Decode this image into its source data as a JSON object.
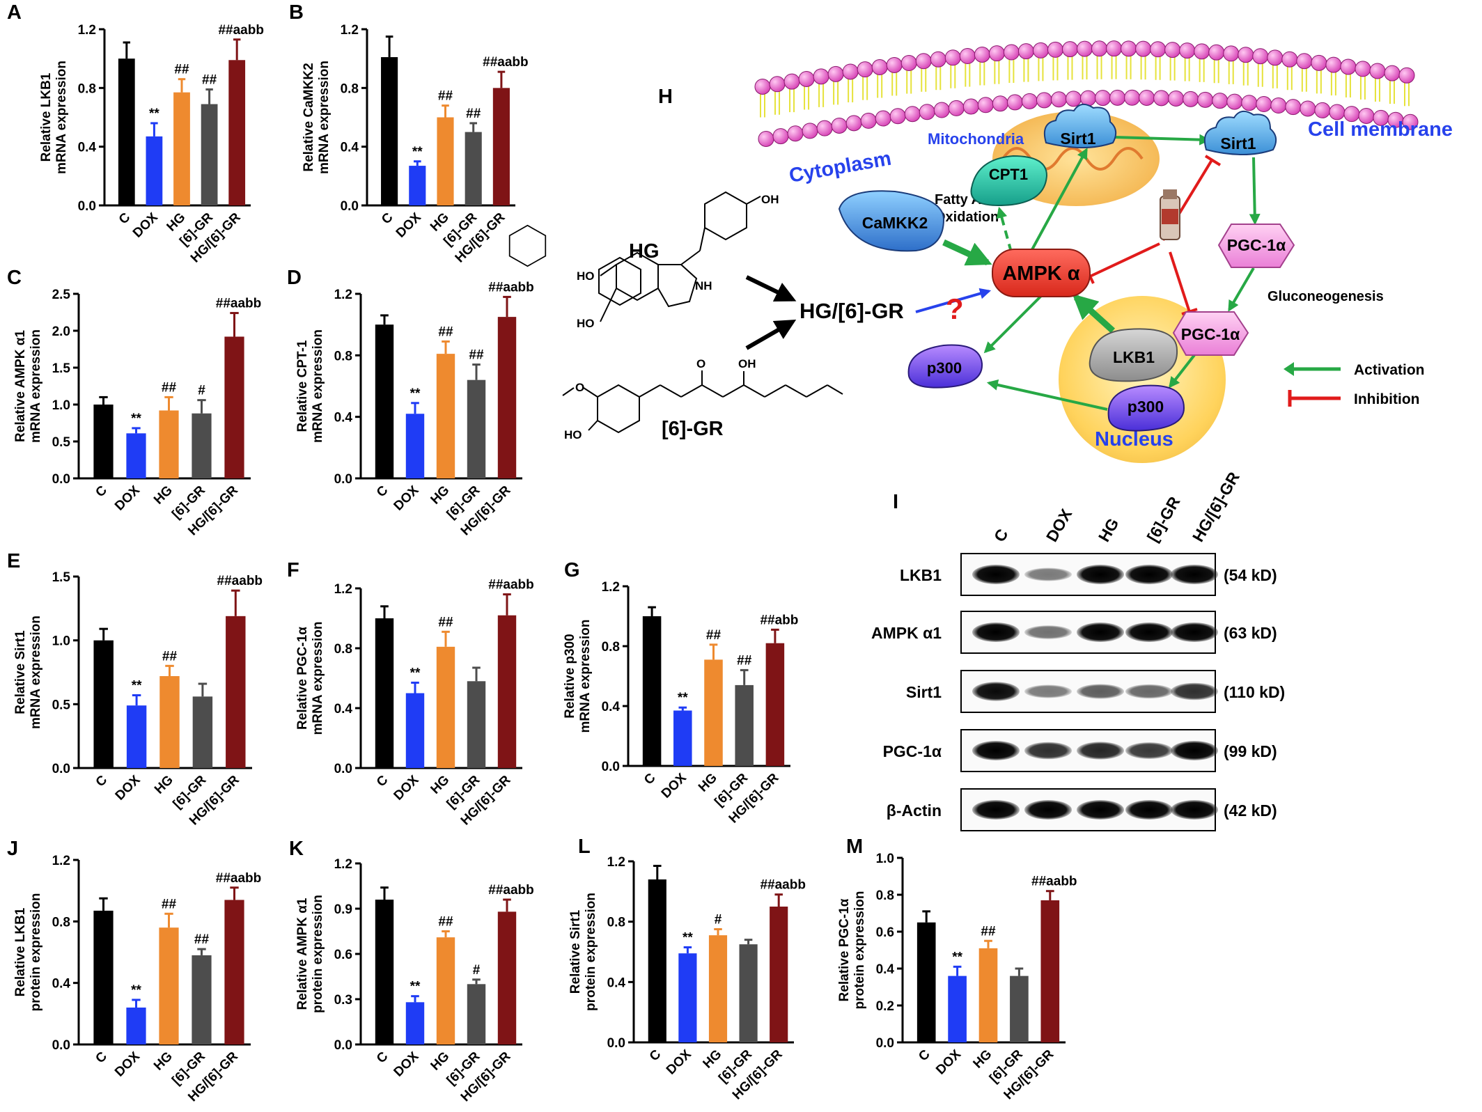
{
  "colors": {
    "C": "#000000",
    "DOX": "#1f3cf5",
    "HG": "#ee8a2f",
    "GR": "#4d4d4d",
    "COMBO": "#7f1416"
  },
  "chart_data": [
    {
      "id": "A",
      "type": "bar",
      "ylabel": [
        "Relative LKB1",
        "mRNA expression"
      ],
      "categories": [
        "C",
        "DOX",
        "HG",
        "[6]-GR",
        "HG/[6]-GR"
      ],
      "values": [
        1.0,
        0.47,
        0.77,
        0.69,
        0.99
      ],
      "errors": [
        0.11,
        0.09,
        0.09,
        0.1,
        0.14
      ],
      "labels": [
        "",
        "**",
        "##",
        "##",
        "##aabb"
      ],
      "ylim": [
        0,
        1.2
      ],
      "yticks": [
        "0.0",
        "0.4",
        "0.8",
        "1.2"
      ]
    },
    {
      "id": "B",
      "type": "bar",
      "ylabel": [
        "Relative CaMKK2",
        "mRNA expression"
      ],
      "categories": [
        "C",
        "DOX",
        "HG",
        "[6]-GR",
        "HG/[6]-GR"
      ],
      "values": [
        1.01,
        0.27,
        0.6,
        0.5,
        0.8
      ],
      "errors": [
        0.14,
        0.03,
        0.08,
        0.06,
        0.11
      ],
      "labels": [
        "",
        "**",
        "##",
        "##",
        "##aabb"
      ],
      "ylim": [
        0,
        1.2
      ],
      "yticks": [
        "0.0",
        "0.4",
        "0.8",
        "1.2"
      ]
    },
    {
      "id": "C",
      "type": "bar",
      "ylabel": [
        "Relative AMPK α1",
        "mRNA expression"
      ],
      "categories": [
        "C",
        "DOX",
        "HG",
        "[6]-GR",
        "HG/[6]-GR"
      ],
      "values": [
        1.0,
        0.61,
        0.92,
        0.88,
        1.92
      ],
      "errors": [
        0.1,
        0.07,
        0.18,
        0.18,
        0.32
      ],
      "labels": [
        "",
        "**",
        "##",
        "#",
        "##aabb"
      ],
      "ylim": [
        0,
        2.5
      ],
      "yticks": [
        "0.0",
        "0.5",
        "1.0",
        "1.5",
        "2.0",
        "2.5"
      ]
    },
    {
      "id": "D",
      "type": "bar",
      "ylabel": [
        "Relative CPT-1",
        "mRNA expression"
      ],
      "categories": [
        "C",
        "DOX",
        "HG",
        "[6]-GR",
        "HG/[6]-GR"
      ],
      "values": [
        1.0,
        0.42,
        0.81,
        0.64,
        1.05
      ],
      "errors": [
        0.06,
        0.07,
        0.08,
        0.1,
        0.13
      ],
      "labels": [
        "",
        "**",
        "##",
        "##",
        "##aabb"
      ],
      "ylim": [
        0,
        1.2
      ],
      "yticks": [
        "0.0",
        "0.4",
        "0.8",
        "1.2"
      ]
    },
    {
      "id": "E",
      "type": "bar",
      "ylabel": [
        "Relative Sirt1",
        "mRNA expression"
      ],
      "categories": [
        "C",
        "DOX",
        "HG",
        "[6]-GR",
        "HG/[6]-GR"
      ],
      "values": [
        1.0,
        0.49,
        0.72,
        0.56,
        1.19
      ],
      "errors": [
        0.09,
        0.08,
        0.08,
        0.1,
        0.2
      ],
      "labels": [
        "",
        "**",
        "##",
        "",
        "##aabb"
      ],
      "ylim": [
        0,
        1.5
      ],
      "yticks": [
        "0.0",
        "0.5",
        "1.0",
        "1.5"
      ]
    },
    {
      "id": "F",
      "type": "bar",
      "ylabel": [
        "Relative PGC-1α",
        "mRNA expression"
      ],
      "categories": [
        "C",
        "DOX",
        "HG",
        "[6]-GR",
        "HG/[6]-GR"
      ],
      "values": [
        1.0,
        0.5,
        0.81,
        0.58,
        1.02
      ],
      "errors": [
        0.08,
        0.07,
        0.1,
        0.09,
        0.14
      ],
      "labels": [
        "",
        "**",
        "##",
        "",
        "##aabb"
      ],
      "ylim": [
        0,
        1.2
      ],
      "yticks": [
        "0.0",
        "0.4",
        "0.8",
        "1.2"
      ]
    },
    {
      "id": "G",
      "type": "bar",
      "ylabel": [
        "Relative p300",
        "mRNA expression"
      ],
      "categories": [
        "C",
        "DOX",
        "HG",
        "[6]-GR",
        "HG/[6]-GR"
      ],
      "values": [
        1.0,
        0.37,
        0.71,
        0.54,
        0.82
      ],
      "errors": [
        0.06,
        0.02,
        0.1,
        0.1,
        0.09
      ],
      "labels": [
        "",
        "**",
        "##",
        "##",
        "##abb"
      ],
      "ylim": [
        0,
        1.2
      ],
      "yticks": [
        "0.0",
        "0.4",
        "0.8",
        "1.2"
      ]
    },
    {
      "id": "J",
      "type": "bar",
      "ylabel": [
        "Relative LKB1",
        "protein expression"
      ],
      "categories": [
        "C",
        "DOX",
        "HG",
        "[6]-GR",
        "HG/[6]-GR"
      ],
      "values": [
        0.87,
        0.24,
        0.76,
        0.58,
        0.94
      ],
      "errors": [
        0.08,
        0.05,
        0.09,
        0.04,
        0.08
      ],
      "labels": [
        "",
        "**",
        "##",
        "##",
        "##aabb"
      ],
      "ylim": [
        0,
        1.2
      ],
      "yticks": [
        "0.0",
        "0.4",
        "0.8",
        "1.2"
      ]
    },
    {
      "id": "K",
      "type": "bar",
      "ylabel": [
        "Relative AMPK α1",
        "protein expression"
      ],
      "categories": [
        "C",
        "DOX",
        "HG",
        "[6]-GR",
        "HG/[6]-GR"
      ],
      "values": [
        0.96,
        0.28,
        0.71,
        0.4,
        0.88
      ],
      "errors": [
        0.08,
        0.04,
        0.04,
        0.03,
        0.08
      ],
      "labels": [
        "",
        "**",
        "##",
        "#",
        "##aabb"
      ],
      "ylim": [
        0,
        1.2
      ],
      "yticks": [
        "0.0",
        "0.3",
        "0.6",
        "0.9",
        "1.2"
      ]
    },
    {
      "id": "L",
      "type": "bar",
      "ylabel": [
        "Relative Sirt1",
        "protein expression"
      ],
      "categories": [
        "C",
        "DOX",
        "HG",
        "[6]-GR",
        "HG/[6]-GR"
      ],
      "values": [
        1.08,
        0.59,
        0.71,
        0.65,
        0.9
      ],
      "errors": [
        0.09,
        0.04,
        0.04,
        0.03,
        0.08
      ],
      "labels": [
        "",
        "**",
        "#",
        "",
        "##aabb"
      ],
      "ylim": [
        0,
        1.2
      ],
      "yticks": [
        "0.0",
        "0.4",
        "0.8",
        "1.2"
      ]
    },
    {
      "id": "M",
      "type": "bar",
      "ylabel": [
        "Relative PGC-1α",
        "protein expression"
      ],
      "categories": [
        "C",
        "DOX",
        "HG",
        "[6]-GR",
        "HG/[6]-GR"
      ],
      "values": [
        0.65,
        0.36,
        0.51,
        0.36,
        0.77
      ],
      "errors": [
        0.06,
        0.05,
        0.04,
        0.04,
        0.05
      ],
      "labels": [
        "",
        "**",
        "##",
        "",
        "##aabb"
      ],
      "ylim": [
        0,
        1.0
      ],
      "yticks": [
        "0.0",
        "0.2",
        "0.4",
        "0.6",
        "0.8",
        "1.0"
      ]
    }
  ],
  "diagram": {
    "panel_label": "H",
    "cell_membrane": "Cell membrane",
    "cytoplasm": "Cytoplasm",
    "mitochondria": "Mitochondria",
    "nucleus": "Nucleus",
    "fatty_acid": [
      "Fatty Acid",
      "Oxidation"
    ],
    "gluconeogenesis": "Gluconeogenesis",
    "nodes": {
      "sirt1_mito": "Sirt1",
      "sirt1_cyto": "Sirt1",
      "cpt1": "CPT1",
      "camkk2": "CaMKK2",
      "ampk": "AMPK α",
      "pgc_cyto": "PGC-1α",
      "pgc_nuc": "PGC-1α",
      "lkb1": "LKB1",
      "p300_nuc": "p300",
      "p300_cyto": "p300"
    },
    "compounds": {
      "hg": "HG",
      "gr": "[6]-GR",
      "combo": "HG/[6]-GR",
      "question": "?"
    },
    "chem": {
      "oh1": "OH",
      "ho1": "HO",
      "ho2": "HO",
      "nh": "NH",
      "o1": "O",
      "oh2": "OH",
      "o2": "O",
      "ho3": "HO"
    },
    "legend": {
      "activation": "Activation",
      "inhibition": "Inhibition"
    }
  },
  "western_blot": {
    "panel_label": "I",
    "lanes": [
      "C",
      "DOX",
      "HG",
      "[6]-GR",
      "HG/[6]-GR"
    ],
    "rows": [
      {
        "name": "LKB1",
        "kd": "(54 kD)",
        "intensity": [
          1.0,
          0.35,
          1.0,
          1.0,
          1.0
        ]
      },
      {
        "name": "AMPK α1",
        "kd": "(63 kD)",
        "intensity": [
          1.0,
          0.4,
          1.0,
          1.0,
          1.0
        ]
      },
      {
        "name": "Sirt1",
        "kd": "(110 kD)",
        "intensity": [
          0.95,
          0.35,
          0.5,
          0.45,
          0.75
        ]
      },
      {
        "name": "PGC-1α",
        "kd": "(99 kD)",
        "intensity": [
          1.0,
          0.75,
          0.8,
          0.7,
          1.0
        ]
      },
      {
        "name": "β-Actin",
        "kd": "(42 kD)",
        "intensity": [
          1.0,
          1.0,
          1.0,
          1.0,
          1.0
        ]
      }
    ]
  }
}
